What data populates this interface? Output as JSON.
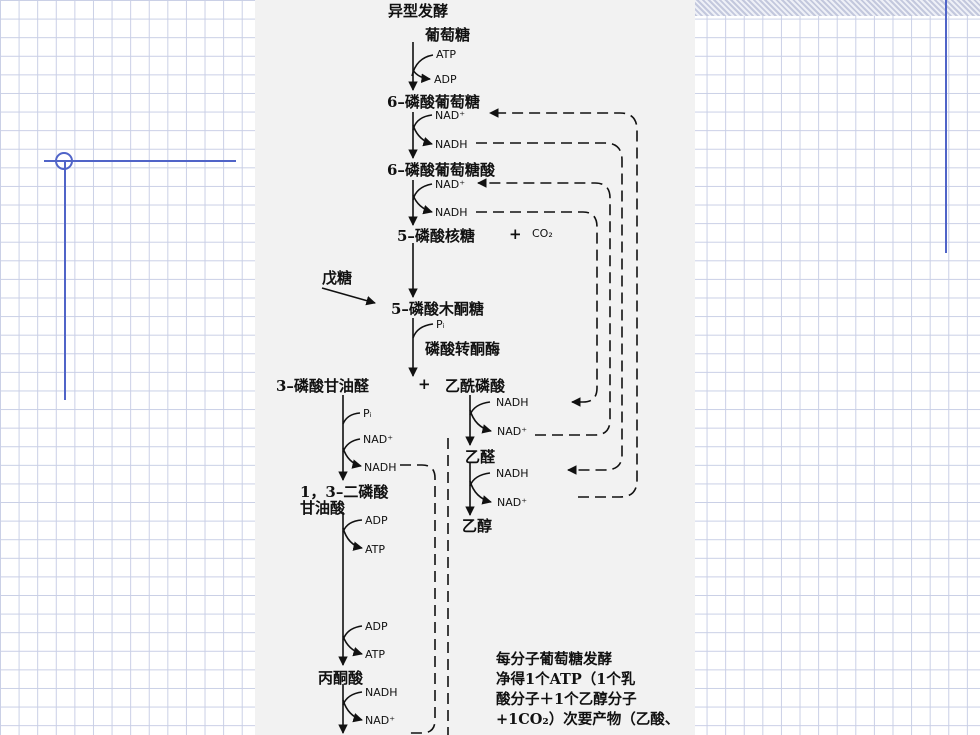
{
  "title": "异型发酵",
  "compounds": {
    "glucose": "葡萄糖",
    "g6p": "6–磷酸葡萄糖",
    "pg6": "6–磷酸葡萄糖酸",
    "r5p": "5–磷酸核糖",
    "pentose": "戊糖",
    "x5p": "5–磷酸木酮糖",
    "phosphoketolase": "磷酸转酮酶",
    "g3p": "3–磷酸甘油醛",
    "plus": "+",
    "acetylp": "乙酰磷酸",
    "acetaldehyde": "乙醛",
    "ethanol": "乙醇",
    "bpg_line1": "1，3–二磷酸",
    "bpg_line2": "甘油酸",
    "pyruvate": "丙酮酸"
  },
  "cofactors": {
    "atp": "ATP",
    "adp": "ADP",
    "nad_plus": "NAD⁺",
    "nadh": "NADH",
    "co2": "CO₂",
    "pi": "Pᵢ"
  },
  "note": [
    "每分子葡萄糖发酵",
    "净得1个ATP（1个乳",
    "酸分子＋1个乙醇分子",
    "+1CO₂）次要产物（乙酸、"
  ]
}
